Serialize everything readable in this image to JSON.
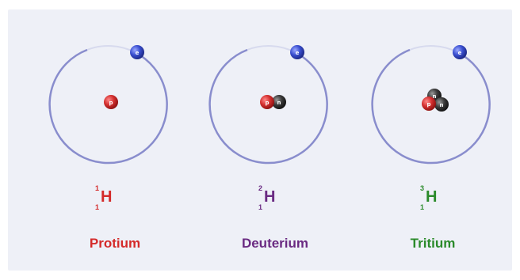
{
  "isotopes": [
    {
      "name": "Protium",
      "mass_number": "1",
      "atomic_number": "1",
      "symbol": "H",
      "color": "#d42a2a",
      "protons": 1,
      "neutrons": 0
    },
    {
      "name": "Deuterium",
      "mass_number": "2",
      "atomic_number": "1",
      "symbol": "H",
      "color": "#6a2a82",
      "protons": 1,
      "neutrons": 1
    },
    {
      "name": "Tritium",
      "mass_number": "3",
      "atomic_number": "1",
      "symbol": "H",
      "color": "#2a8a2a",
      "protons": 1,
      "neutrons": 2
    }
  ],
  "particles": {
    "proton_label": "p",
    "neutron_label": "n",
    "electron_label": "e",
    "proton_color": "#d43030",
    "neutron_color": "#3a3a3a",
    "electron_color": "#3a4fd0",
    "orbit_color": "#7d82c8"
  }
}
